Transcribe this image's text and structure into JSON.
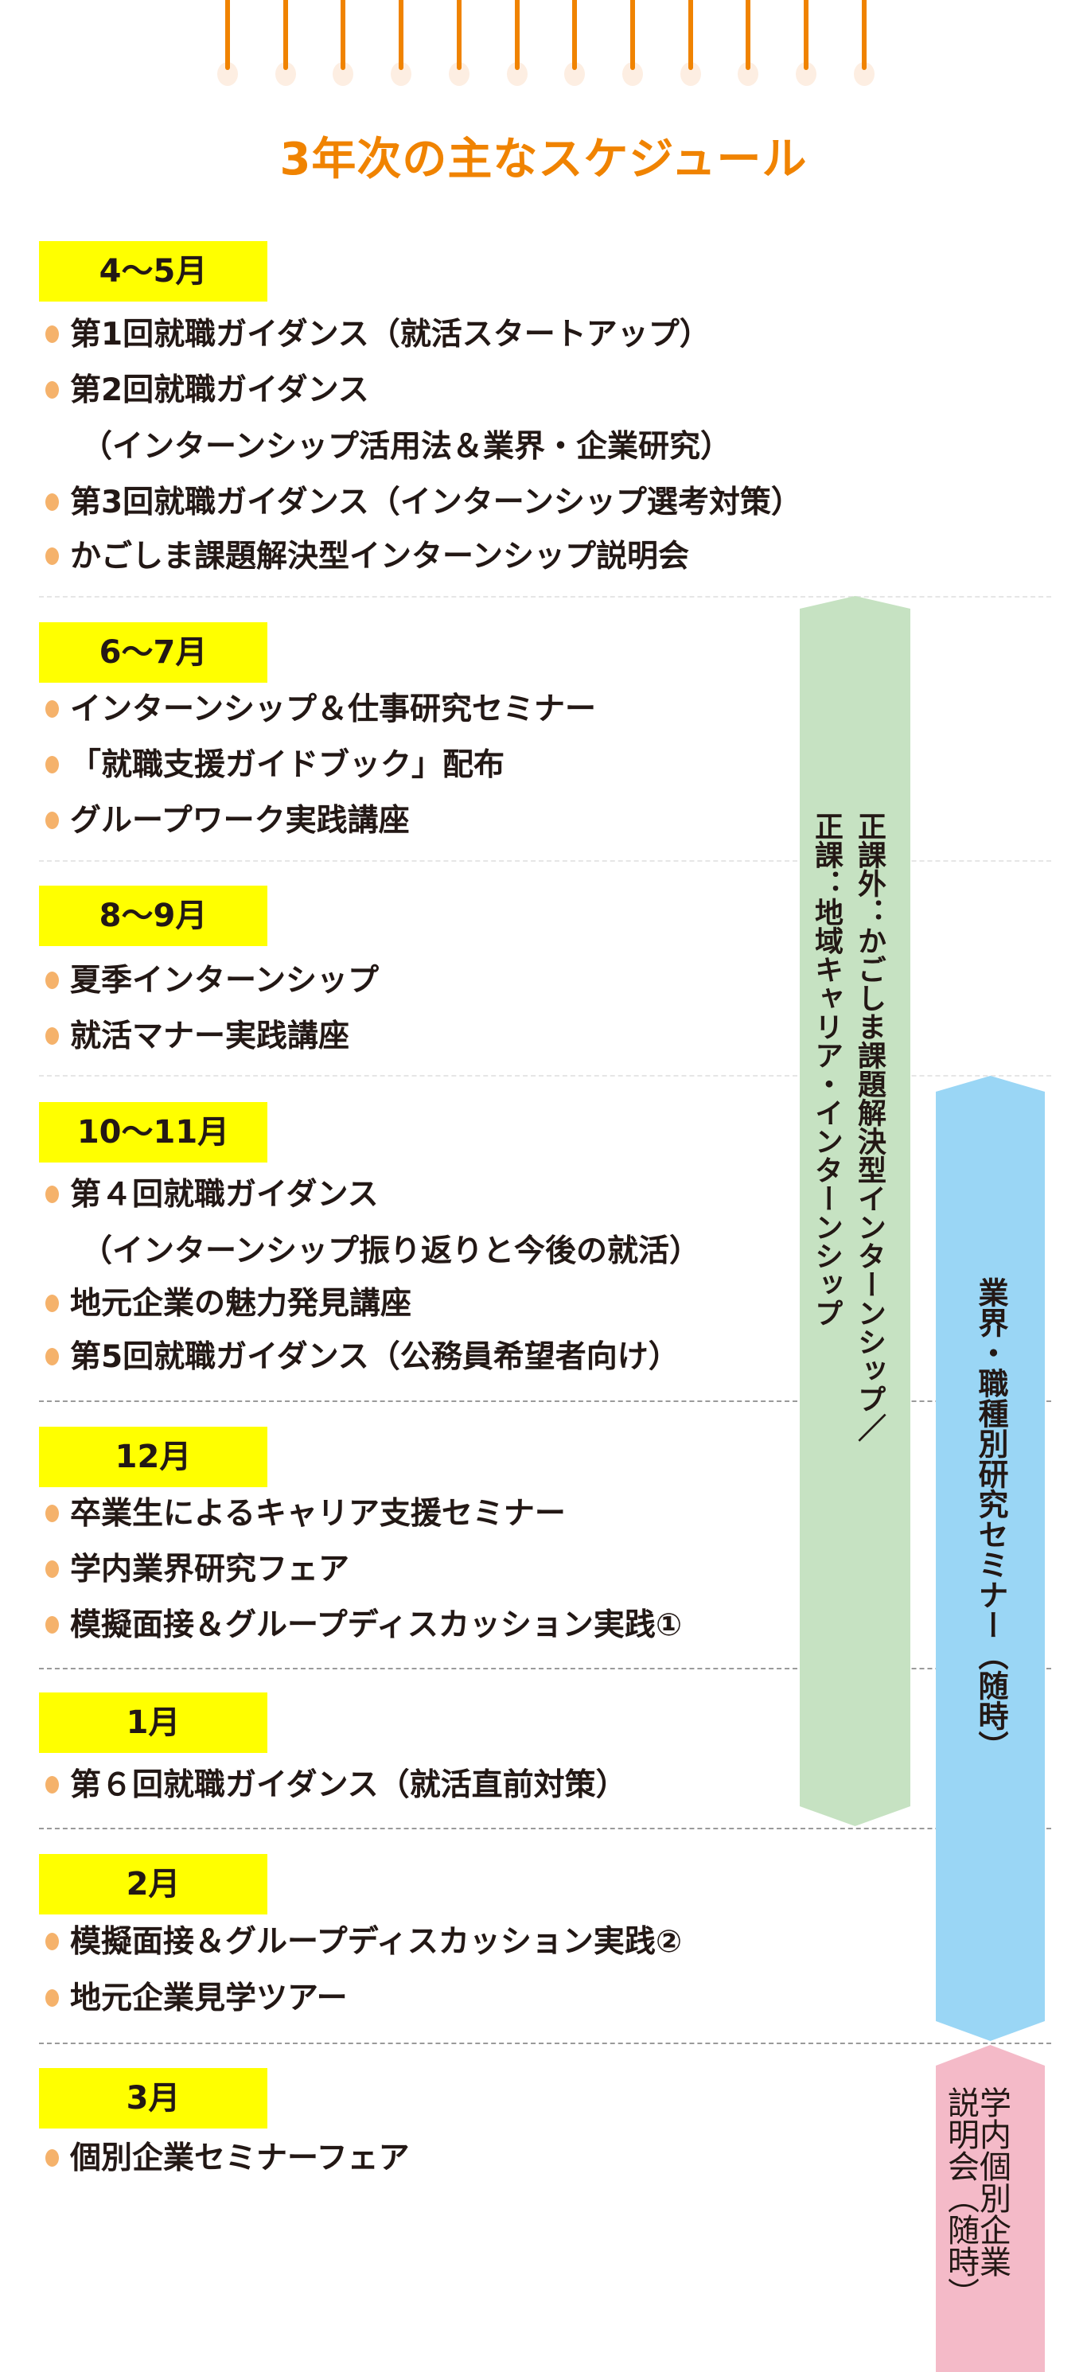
{
  "title": "3年次の主なスケジュール",
  "pin_count": 12,
  "colors": {
    "accent": "#f08300",
    "month_bg": "#ffff00",
    "bullet": "#f5b26b",
    "green": "#c6e2c2",
    "blue": "#9ad6f5",
    "pink": "#f4bac8"
  },
  "sections": [
    {
      "month": "4～5月",
      "items": [
        {
          "text": "第1回就職ガイダンス（就活スタートアップ）"
        },
        {
          "text": "第2回就職ガイダンス"
        },
        {
          "text": "（インターンシップ活用法＆業界・企業研究）",
          "cont": true
        },
        {
          "text": "第3回就職ガイダンス（インターンシップ選考対策）"
        },
        {
          "text": "かごしま課題解決型インターンシップ説明会"
        }
      ]
    },
    {
      "month": "6～7月",
      "items": [
        {
          "text": "インターンシップ＆仕事研究セミナー"
        },
        {
          "text": "「就職支援ガイドブック」配布"
        },
        {
          "text": "グループワーク実践講座"
        }
      ]
    },
    {
      "month": "8～9月",
      "items": [
        {
          "text": "夏季インターンシップ"
        },
        {
          "text": "就活マナー実践講座"
        }
      ]
    },
    {
      "month": "10～11月",
      "items": [
        {
          "text": "第４回就職ガイダンス"
        },
        {
          "text": "（インターンシップ振り返りと今後の就活）",
          "cont": true
        },
        {
          "text": "地元企業の魅力発見講座"
        },
        {
          "text": "第5回就職ガイダンス（公務員希望者向け）"
        }
      ]
    },
    {
      "month": "12月",
      "items": [
        {
          "text": "卒業生によるキャリア支援セミナー"
        },
        {
          "text": "学内業界研究フェア"
        },
        {
          "text": "模擬面接＆グループディスカッション実践①"
        }
      ]
    },
    {
      "month": "1月",
      "items": [
        {
          "text": "第６回就職ガイダンス（就活直前対策）"
        }
      ]
    },
    {
      "month": "2月",
      "items": [
        {
          "text": "模擬面接＆グループディスカッション実践②"
        },
        {
          "text": "地元企業見学ツアー"
        }
      ]
    },
    {
      "month": "3月",
      "items": [
        {
          "text": "個別企業セミナーフェア"
        }
      ]
    }
  ],
  "side": {
    "green_line1": "正課外：かごしま課題解決型インターンシップ／",
    "green_line2": "正課：地域キャリア・インターンシップ",
    "blue": "業界・職種別研究セミナー（随時）",
    "pink_line1": "学内個別企業",
    "pink_line2": "説明会（随時）"
  }
}
